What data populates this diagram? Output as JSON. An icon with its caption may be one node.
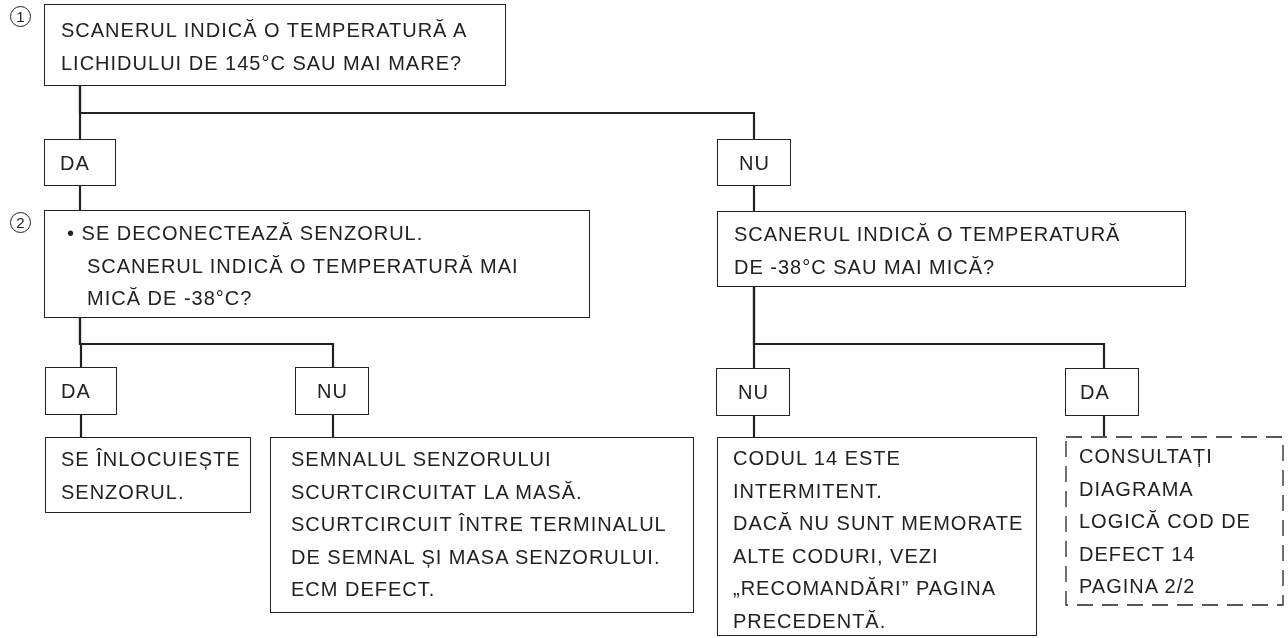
{
  "diagram": {
    "nodes": [
      {
        "text": [
          "SCANERUL INDICĂ O TEMPERATURĂ A LICHIDULUI DE 145°C SAU MAI MARE?"
        ],
        "beside": [
          "1"
        ]
      },
      {
        "text": [
          "DA"
        ]
      },
      {
        "text": [
          "NU"
        ]
      },
      {
        "text": [
          "• SE DECONECTEAZĂ SENZORUL.",
          "SCANERUL INDICĂ O TEMPERATURĂ MAI MICĂ DE -38°C?"
        ],
        "beside": [
          "2"
        ]
      },
      {
        "text": [
          "SCANERUL INDICĂ O TEMPERATURĂ DE -38°C SAU MAI MICĂ?"
        ]
      },
      {
        "text": [
          "DA"
        ]
      },
      {
        "text": [
          "NU"
        ]
      },
      {
        "text": [
          "NU"
        ]
      },
      {
        "text": [
          "DA"
        ]
      },
      {
        "text": [
          "SE ÎNLOCUIEȘTE SENZORUL."
        ]
      },
      {
        "text": [
          "SEMNALUL SENZORULUI SCURTCIRCUITAT LA MASĂ.",
          "SCURTCIRCUIT ÎNTRE TERMINALUL DE SEMNAL ȘI MASA SENZORULUI.",
          "ECM DEFECT."
        ]
      },
      {
        "text": [
          "CODUL 14 ESTE INTERMITENT.",
          "DACĂ NU SUNT MEMORATE ALTE CODURI, VEZI „RECOMANDĂRI” PAGINA PRECEDENTĂ."
        ]
      },
      {
        "text": [
          "CONSULTAȚI DIAGRAMA LOGICĂ COD DE DEFECT 14 PAGINA 2/2"
        ]
      }
    ],
    "edges": [
      {
        "from": 0,
        "to": 1,
        "arrow": "none"
      },
      {
        "from": 0,
        "to": 2,
        "arrow": "none"
      },
      {
        "from": 1,
        "to": 3,
        "arrow": "none"
      },
      {
        "from": 2,
        "to": 4,
        "arrow": "none"
      },
      {
        "from": 3,
        "to": 5,
        "arrow": "none"
      },
      {
        "from": 3,
        "to": 6,
        "arrow": "none"
      },
      {
        "from": 4,
        "to": 7,
        "arrow": "none"
      },
      {
        "from": 4,
        "to": 8,
        "arrow": "none"
      },
      {
        "from": 5,
        "to": 9,
        "arrow": "none"
      },
      {
        "from": 6,
        "to": 10,
        "arrow": "none"
      },
      {
        "from": 7,
        "to": 11,
        "arrow": "none"
      },
      {
        "from": 8,
        "to": 12,
        "arrow": "none"
      }
    ]
  }
}
